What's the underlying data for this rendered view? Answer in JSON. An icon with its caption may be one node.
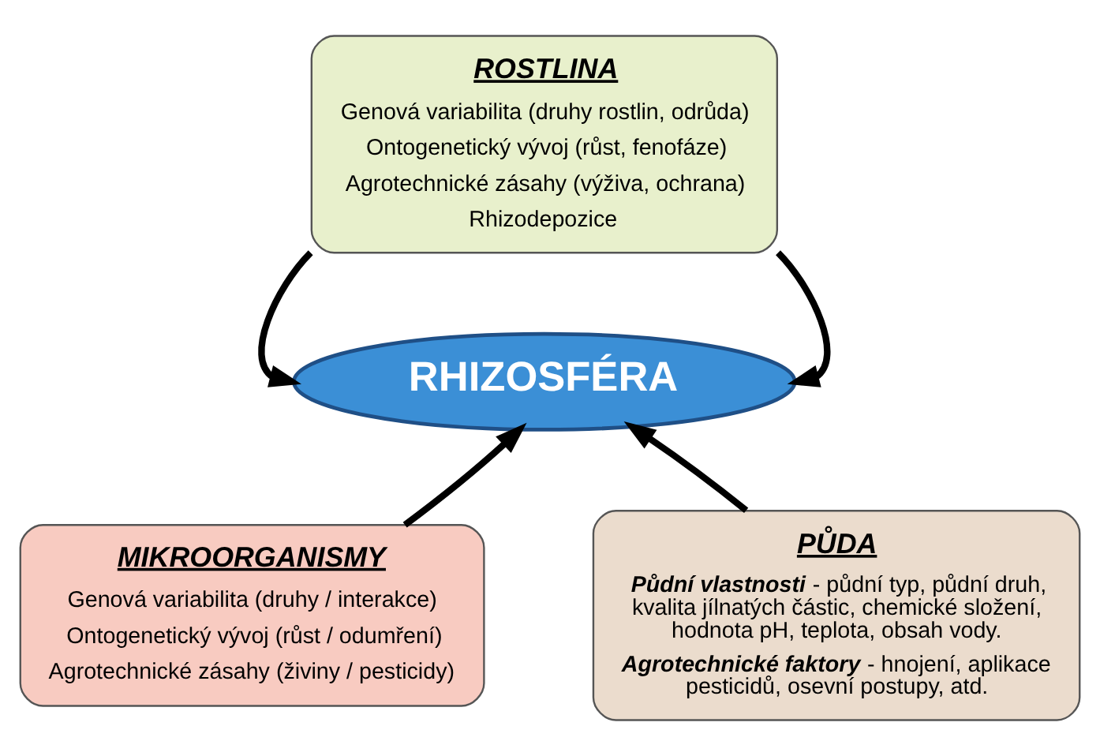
{
  "diagram": {
    "nodes": [
      {
        "text": [
          "ROSTLINA",
          "Genová variabilita (druhy rostlin, odrůda)",
          "Ontogenetický vývoj (růst, fenofáze)",
          "Agrotechnické zásahy (výživa, ochrana)",
          "Rhizodepozice"
        ]
      },
      {
        "text": [
          "RHIZOSFÉRA"
        ]
      },
      {
        "text": [
          "MIKROORGANISMY",
          "Genová variabilita (druhy / interakce)",
          "Ontogenetický vývoj (růst / odumření)",
          "Agrotechnické zásahy (živiny / pesticidy)"
        ]
      },
      {
        "text": [
          "PŮDA",
          "**Půdní vlastnosti** - půdní typ, půdní druh, kvalita jílnatých částic, chemické složení, hodnota pH, teplota, obsah vody.",
          "**Agrotechnické faktory** - hnojení, aplikace pesticidů, osevní postupy, atd."
        ]
      }
    ],
    "edges": [
      {
        "from": 0,
        "to": 1,
        "arrow": "to"
      },
      {
        "from": 0,
        "to": 1,
        "arrow": "to"
      },
      {
        "from": 2,
        "to": 1,
        "arrow": "to"
      },
      {
        "from": 3,
        "to": 1,
        "arrow": "to"
      }
    ]
  }
}
